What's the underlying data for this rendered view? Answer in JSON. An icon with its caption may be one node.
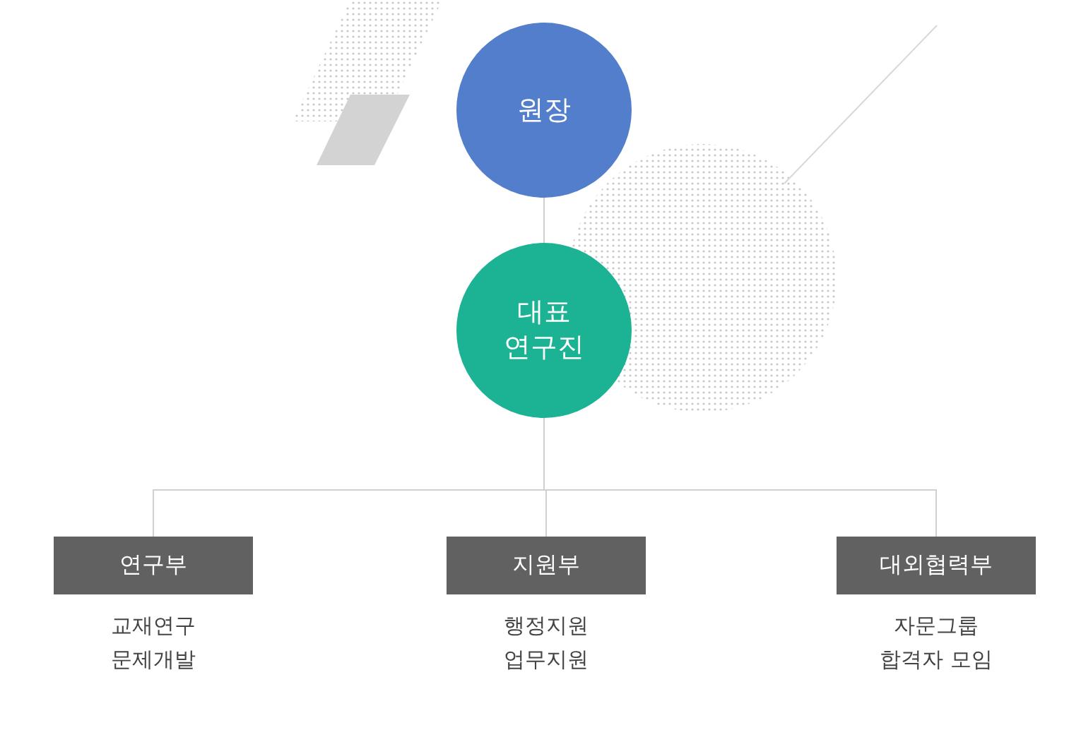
{
  "diagram": {
    "nodes": [
      {
        "text": [
          "원장"
        ]
      },
      {
        "text": [
          "대표 연구진"
        ]
      },
      {
        "text": [
          "연구부"
        ],
        "beside": [
          "교재연구",
          "문제개발"
        ]
      },
      {
        "text": [
          "지원부"
        ],
        "beside": [
          "행정지원",
          "업무지원"
        ]
      },
      {
        "text": [
          "대외협력부"
        ],
        "beside": [
          "자문그룹",
          "합격자 모임"
        ]
      }
    ],
    "edges": [
      {
        "from": 0,
        "to": 1,
        "arrow": "none"
      },
      {
        "from": 1,
        "to": 2,
        "arrow": "none"
      },
      {
        "from": 1,
        "to": 3,
        "arrow": "none"
      },
      {
        "from": 1,
        "to": 4,
        "arrow": "none"
      }
    ]
  }
}
